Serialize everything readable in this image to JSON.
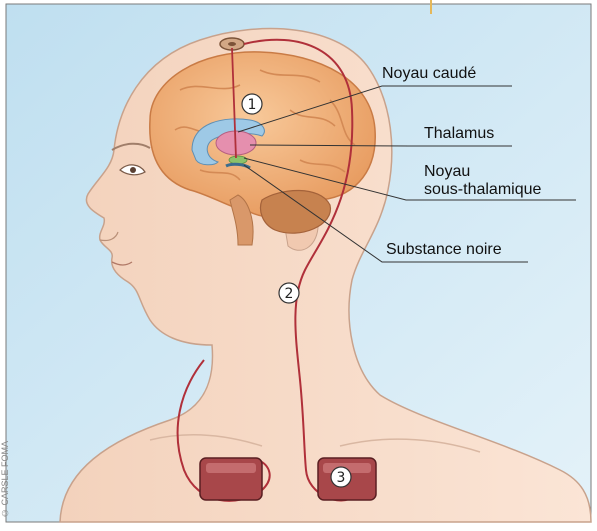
{
  "labels": {
    "noyau_caude": "Noyau caudé",
    "thalamus": "Thalamus",
    "noyau_sous_thalamique_line1": "Noyau",
    "noyau_sous_thalamique_line2": "sous-thalamique",
    "substance_noire": "Substance noire"
  },
  "markers": {
    "m1": "1",
    "m2": "2",
    "m3": "3"
  },
  "credit": "© CARSLE FOMA",
  "colors": {
    "background": "#cde6f2",
    "skin": "#f7dcc8",
    "brain": "#f2b27c",
    "cable": "#b0303a",
    "stimulator": "#a8474a",
    "leader_line": "#333333"
  }
}
